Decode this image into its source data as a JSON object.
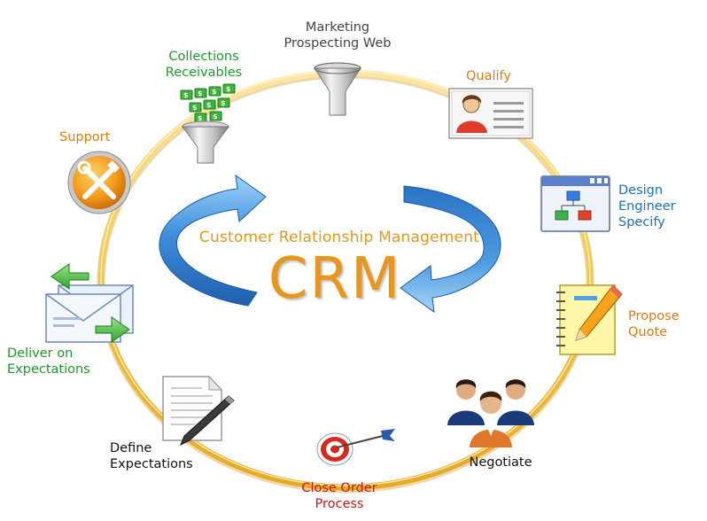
{
  "colors": {
    "ring": "#f2c64c",
    "ring_dark": "#d9a21a",
    "arrow_blue": "#2f7fd0",
    "arrow_light": "#8cc4f2",
    "label_gray": "#444444",
    "label_green": "#1e9a2c",
    "label_orange": "#e07a10",
    "label_blue": "#1a6fc4",
    "label_black": "#111111",
    "label_red": "#c41a1a",
    "crm_orange": "#e8961e"
  },
  "center": {
    "subtitle": "Customer Relationship Management",
    "title": "CRM"
  },
  "stages": [
    {
      "id": "marketing",
      "lines": [
        "Marketing",
        "Prospecting Web"
      ],
      "icon": "funnel-icon",
      "color": "label_gray"
    },
    {
      "id": "qualify",
      "lines": [
        "Qualify"
      ],
      "icon": "profile-card-icon",
      "color": "label_orange"
    },
    {
      "id": "design",
      "lines": [
        "Design",
        "Engineer",
        "Specify"
      ],
      "icon": "flowchart-window-icon",
      "color": "label_blue"
    },
    {
      "id": "propose",
      "lines": [
        "Propose",
        "Quote"
      ],
      "icon": "notepad-pencil-icon",
      "color": "label_orange"
    },
    {
      "id": "negotiate",
      "lines": [
        "Negotiate"
      ],
      "icon": "people-group-icon",
      "color": "label_black"
    },
    {
      "id": "close",
      "lines": [
        "Close Order",
        "Process"
      ],
      "icon": "target-dart-icon",
      "color": "label_red"
    },
    {
      "id": "define",
      "lines": [
        "Define",
        "Expectations"
      ],
      "icon": "document-pen-icon",
      "color": "label_black"
    },
    {
      "id": "deliver",
      "lines": [
        "Deliver on",
        "Expectations"
      ],
      "icon": "envelope-arrows-icon",
      "color": "label_green"
    },
    {
      "id": "support",
      "lines": [
        "Support"
      ],
      "icon": "tools-icon",
      "color": "label_orange"
    },
    {
      "id": "collections",
      "lines": [
        "Collections",
        "Receivables"
      ],
      "icon": "money-funnel-icon",
      "color": "label_green"
    }
  ]
}
